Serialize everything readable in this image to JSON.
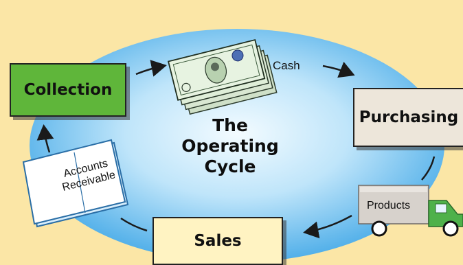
{
  "title": {
    "line1": "The",
    "line2": "Operating Cycle"
  },
  "boxes": {
    "collection": "Collection",
    "purchasing": "Purchasing",
    "sales": "Sales"
  },
  "labels": {
    "cash": "Cash",
    "products": "Products",
    "accounts_line1": "Accounts",
    "accounts_line2": "Receivable"
  },
  "colors": {
    "background": "#fbe6a6",
    "ellipse": "#3ea6e6",
    "collection": "#5fb63a",
    "purchasing": "#ede6da",
    "sales": "#fff3c2"
  }
}
